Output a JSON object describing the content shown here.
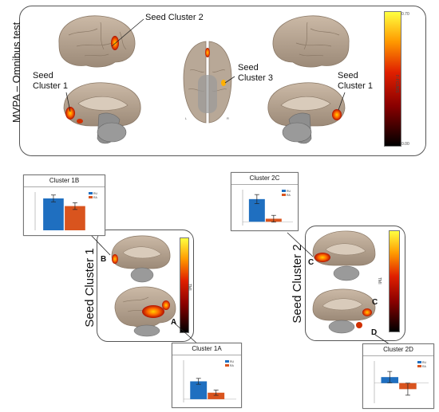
{
  "top_panel": {
    "title": "MVPA – Omnibus test",
    "labels": {
      "seed2": "Seed Cluster 2",
      "seed1_left": [
        "Seed",
        "Cluster 1"
      ],
      "seed3": [
        "Seed",
        "Cluster 3"
      ],
      "seed1_right": [
        "Seed",
        "Cluster 1"
      ]
    },
    "colorbar": {
      "min": "0.00",
      "max": "0.70",
      "unit": "F-FCUMS"
    },
    "orient": {
      "left": "L",
      "right": "R"
    }
  },
  "seed1_panel": {
    "title": "Seed Cluster 1",
    "letters": {
      "b": "B",
      "a": "A"
    },
    "colorbar": {
      "unit": "TMI"
    }
  },
  "seed2_panel": {
    "title": "Seed Cluster 2",
    "letters": {
      "c1": "C",
      "c2": "C",
      "d": "D"
    },
    "colorbar": {
      "unit": "TMI"
    }
  },
  "colors": {
    "ru": "#1f6fc0",
    "ra": "#d9541e"
  },
  "chart_data": [
    {
      "id": "cluster-1b",
      "type": "bar",
      "title": "Cluster 1B",
      "categories": [
        "RU",
        "RA"
      ],
      "values": [
        0.75,
        0.57
      ],
      "errors": [
        0.08,
        0.08
      ],
      "ylim": [
        0,
        0.9
      ],
      "legend": [
        "RU",
        "RA"
      ]
    },
    {
      "id": "cluster-2c",
      "type": "bar",
      "title": "Cluster 2C",
      "categories": [
        "RU",
        "RA"
      ],
      "values": [
        0.6,
        0.08
      ],
      "errors": [
        0.12,
        0.09
      ],
      "ylim": [
        -0.1,
        0.85
      ],
      "legend": [
        "RU",
        "RA"
      ]
    },
    {
      "id": "cluster-1a",
      "type": "bar",
      "title": "Cluster 1A",
      "categories": [
        "RU",
        "RA"
      ],
      "values": [
        0.55,
        0.2
      ],
      "errors": [
        0.09,
        0.08
      ],
      "ylim": [
        -0.1,
        1.2
      ],
      "legend": [
        "RU",
        "RA"
      ]
    },
    {
      "id": "cluster-2d",
      "type": "bar",
      "title": "Cluster 2D",
      "categories": [
        "RU",
        "RA"
      ],
      "values": [
        0.3,
        -0.3
      ],
      "errors": [
        0.28,
        0.3
      ],
      "ylim": [
        -1.0,
        1.1
      ],
      "legend": [
        "RU",
        "RA"
      ]
    }
  ]
}
